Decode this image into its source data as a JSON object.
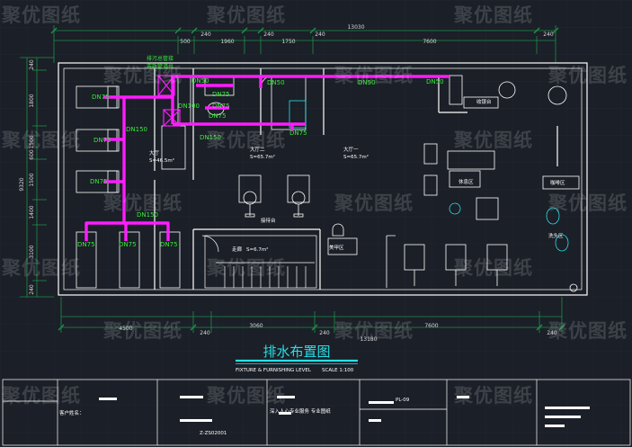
{
  "watermark": "聚优图纸",
  "dimensions": {
    "top_total": "13030",
    "top_segments": [
      "500",
      "240",
      "1960",
      "240",
      "1750",
      "240",
      "7600",
      "240"
    ],
    "bottom_total": "13180",
    "bottom_segments": [
      "4500",
      "240",
      "3060",
      "240",
      "7600",
      "240"
    ],
    "left_segments": [
      "240",
      "1800",
      "1500",
      "600",
      "1500",
      "1400",
      "3100",
      "240"
    ],
    "left_total": "9320"
  },
  "pipe_labels": {
    "dn50_a": "DN50",
    "dn50_b": "DN50",
    "dn50_c": "DN50",
    "dn50_d": "DN50",
    "dn75_a": "DN75",
    "dn75_b": "DN75",
    "dn75_c": "DN75",
    "dn75_d": "DN75",
    "dn75_e": "DN75",
    "dn75_f": "DN75",
    "dn75_g": "DN75",
    "dn75_h": "DN75",
    "dn75_i": "DN75",
    "dn75_j": "DN75",
    "dn100": "DN100",
    "dn150_a": "DN150",
    "dn150_b": "DN150",
    "dn150_c": "DN150",
    "riser_note_1": "排污总管接",
    "riser_note_2": "市政管道井"
  },
  "rooms": {
    "hall_two": "大厅二",
    "hall_two_area": "S=65.7m²",
    "hall_one": "大厅一",
    "hall_one_area": "S=65.7m²",
    "hall_small": "大厅",
    "hall_small_area": "S=46.5m²",
    "corridor": "走廊",
    "corridor_area": "S=6.7m²",
    "washroom": "洗头区",
    "rest": "休息区",
    "cashier": "收银台",
    "coffee": "咖啡区",
    "beauty": "美甲区",
    "reception": "接待台"
  },
  "title": {
    "main": "排水布置图",
    "sub": "FIXTURE & FURNISHING LEVEL",
    "scale": "SCALE 1:100"
  },
  "title_block": {
    "client_label": "客户姓名：",
    "drawing_no": "Z-ZS02001",
    "sheet_no": "PL-09",
    "project": "深入人心专业服务 专业图纸"
  },
  "colors": {
    "background": "#1b1f27",
    "wall": "#ffffff",
    "dimension": "#1f8f4a",
    "pipe": "#ff1cff",
    "pipe_label": "#36e83a",
    "fixture": "#ffffff",
    "accent_cyan": "#26e0e8"
  }
}
